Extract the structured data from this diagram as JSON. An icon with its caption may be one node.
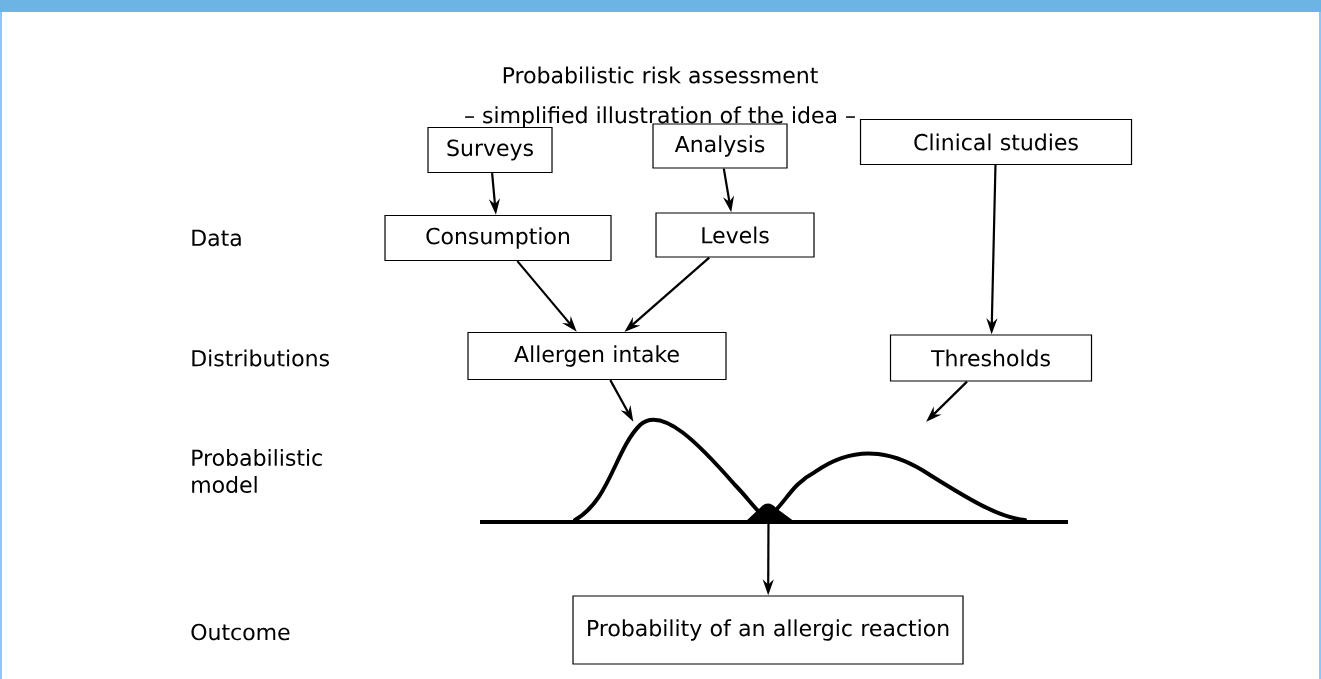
{
  "diagram": {
    "title": "Probabilistic risk assessment",
    "nodes": [
      {
        "text": [
          "Surveys"
        ]
      },
      {
        "text": [
          "Analysis"
        ]
      },
      {
        "text": [
          "Clinical studies"
        ]
      },
      {
        "text": [
          "Consumption"
        ]
      },
      {
        "text": [
          "Levels"
        ]
      },
      {
        "text": [
          "Allergen intake"
        ]
      },
      {
        "text": [
          "Thresholds"
        ]
      },
      {
        "text": [],
        "shape": "curve"
      },
      {
        "text": [
          "Probability of an allergic reaction"
        ]
      }
    ],
    "edges": [
      {
        "from": 0,
        "to": 3,
        "arrow": "to"
      },
      {
        "from": 1,
        "to": 4,
        "arrow": "to"
      },
      {
        "from": 2,
        "to": 6,
        "arrow": "to"
      },
      {
        "from": 3,
        "to": 5,
        "arrow": "to"
      },
      {
        "from": 4,
        "to": 5,
        "arrow": "to"
      },
      {
        "from": 5,
        "to": 7,
        "arrow": "to"
      },
      {
        "from": 6,
        "to": 7,
        "arrow": "to"
      },
      {
        "from": 7,
        "to": 8,
        "arrow": "to"
      }
    ],
    "labels": [
      "– simplified illustration of the idea –",
      "Data",
      "Distributions",
      "Probabilistic model",
      "Outcome"
    ]
  }
}
